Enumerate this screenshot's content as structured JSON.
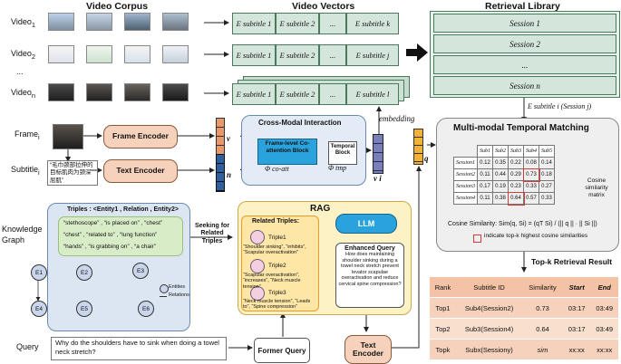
{
  "headers": {
    "video_corpus": "Video Corpus",
    "video_vectors": "Video Vectors",
    "retrieval_library": "Retrieval Library"
  },
  "rows": {
    "video1": "Video",
    "video1_sub": "1",
    "video2": "Video",
    "video2_sub": "2",
    "dots": "...",
    "videon": "Video",
    "videon_sub": "n"
  },
  "vectors": {
    "row1": [
      "E subtitle 1",
      "E subtitle 2",
      "...",
      "E subtitle k"
    ],
    "row2": [
      "E subtitle 1",
      "E subtitle 2",
      "...",
      "E subtitle j"
    ],
    "row3": [
      "E subtitle 1",
      "E subtitle 2",
      "...",
      "E subtitle l"
    ]
  },
  "sessions": [
    "Session 1",
    "Session 2",
    "...",
    "Session n"
  ],
  "frame_label": "Frame",
  "frame_sub": "i",
  "subtitle_label": "Subtitle",
  "subtitle_sub": "i",
  "subtitle_text": "“毛巾颈部拉伸的目标肌肉为颈深屈肌”",
  "frame_encoder": "Frame Encoder",
  "text_encoder": "Text Encoder",
  "vec_v": "v",
  "vec_n": "n",
  "cross_modal": {
    "title": "Cross-Modal Interaction",
    "coattn": "Frame-level Co-attention Block",
    "phi_coattn": "Φ co-att",
    "temporal": "Temporal Block",
    "phi_tmp": "Φ tmp",
    "vi": "v i"
  },
  "embedding": "embedding",
  "q_label": "q",
  "session_e": "E subtitle i (Session j)",
  "mmtm": {
    "title": "Multi-modal Temporal Matching",
    "cols": [
      "Sub1",
      "Sub2",
      "Sub3",
      "Sub4",
      "Sub5"
    ],
    "rows": [
      {
        "name": "Session1",
        "vals": [
          "0.12",
          "0.35",
          "0.22",
          "0.08",
          "0.14"
        ]
      },
      {
        "name": "Session2",
        "vals": [
          "0.11",
          "0.44",
          "0.29",
          "0.73",
          "0.18"
        ]
      },
      {
        "name": "Session3",
        "vals": [
          "0.17",
          "0.19",
          "0.23",
          "0.33",
          "0.27"
        ]
      },
      {
        "name": "Session4",
        "vals": [
          "0.11",
          "0.38",
          "0.64",
          "0.57",
          "0.33"
        ]
      }
    ],
    "matrix_label": "Cosine similarity matrix",
    "formula": "Cosine Similarity: Sim(q, Si) = (qT Si) / (|| q || · || Si ||)",
    "legend": "indicate top-k highest cosine similarities"
  },
  "knowledge_graph": "Knowledge Graph",
  "kg": {
    "triples_title": "Triples : <Entity1 , Relation , Entity2>",
    "triples": [
      "“stethoscope” , “is placed on” , “chest”",
      "“chest” , “related to” , “lung function”",
      "“hands” , “is grabbing on” , “a chair”"
    ],
    "nodes": [
      "E1",
      "E2",
      "E3",
      "E4",
      "E5",
      "E6"
    ],
    "legend_entities": "Entities",
    "legend_relations": "Relations"
  },
  "seeking": "Seeking for Related Triples",
  "rag": {
    "title": "RAG",
    "related_title": "Related Triples:",
    "triples": [
      {
        "tag": "Triple1",
        "text": "“Shoulder sinking”, “inhibits”, “Scapular overactivation”"
      },
      {
        "tag": "Triple2",
        "text": "“Scapular overactivation”, “increases”, “Neck muscle tension”"
      },
      {
        "tag": "Triple3",
        "text": "“Neck muscle tension”, “Leads to”, “Spine compression”"
      }
    ],
    "llm": "LLM",
    "enhanced_title": "Enhanced Query",
    "enhanced_text": "How does maintaining shoulder sinking during a towel neck stretch prevent levator scapulae overactivation and reduce cervical spine compression?"
  },
  "query_label": "Query",
  "query_text": "Why do the shoulders have to sink when doing a towel neck stretch?",
  "former_query": "Former Query",
  "text_encoder2": "Text Encoder",
  "topk": {
    "title": "Top-k Retrieval Result",
    "headers": [
      "Rank",
      "Subtitle ID",
      "Similarity",
      "Start",
      "End"
    ],
    "rows": [
      [
        "Top1",
        "Sub4(Session2)",
        "0.73",
        "03:17",
        "03:49"
      ],
      [
        "Top2",
        "Sub3(Session4)",
        "0.64",
        "03:17",
        "03:49"
      ],
      [
        "Topk",
        "Subx(Sessiony)",
        "sim",
        "xx:xx",
        "xx:xx"
      ]
    ]
  },
  "colors": {
    "green": "#d4e6dc",
    "salmon": "#f6d2bc",
    "blue_panel": "#dce6f2",
    "yellow_panel": "#fdf1c6",
    "red": "#d83a3a"
  }
}
